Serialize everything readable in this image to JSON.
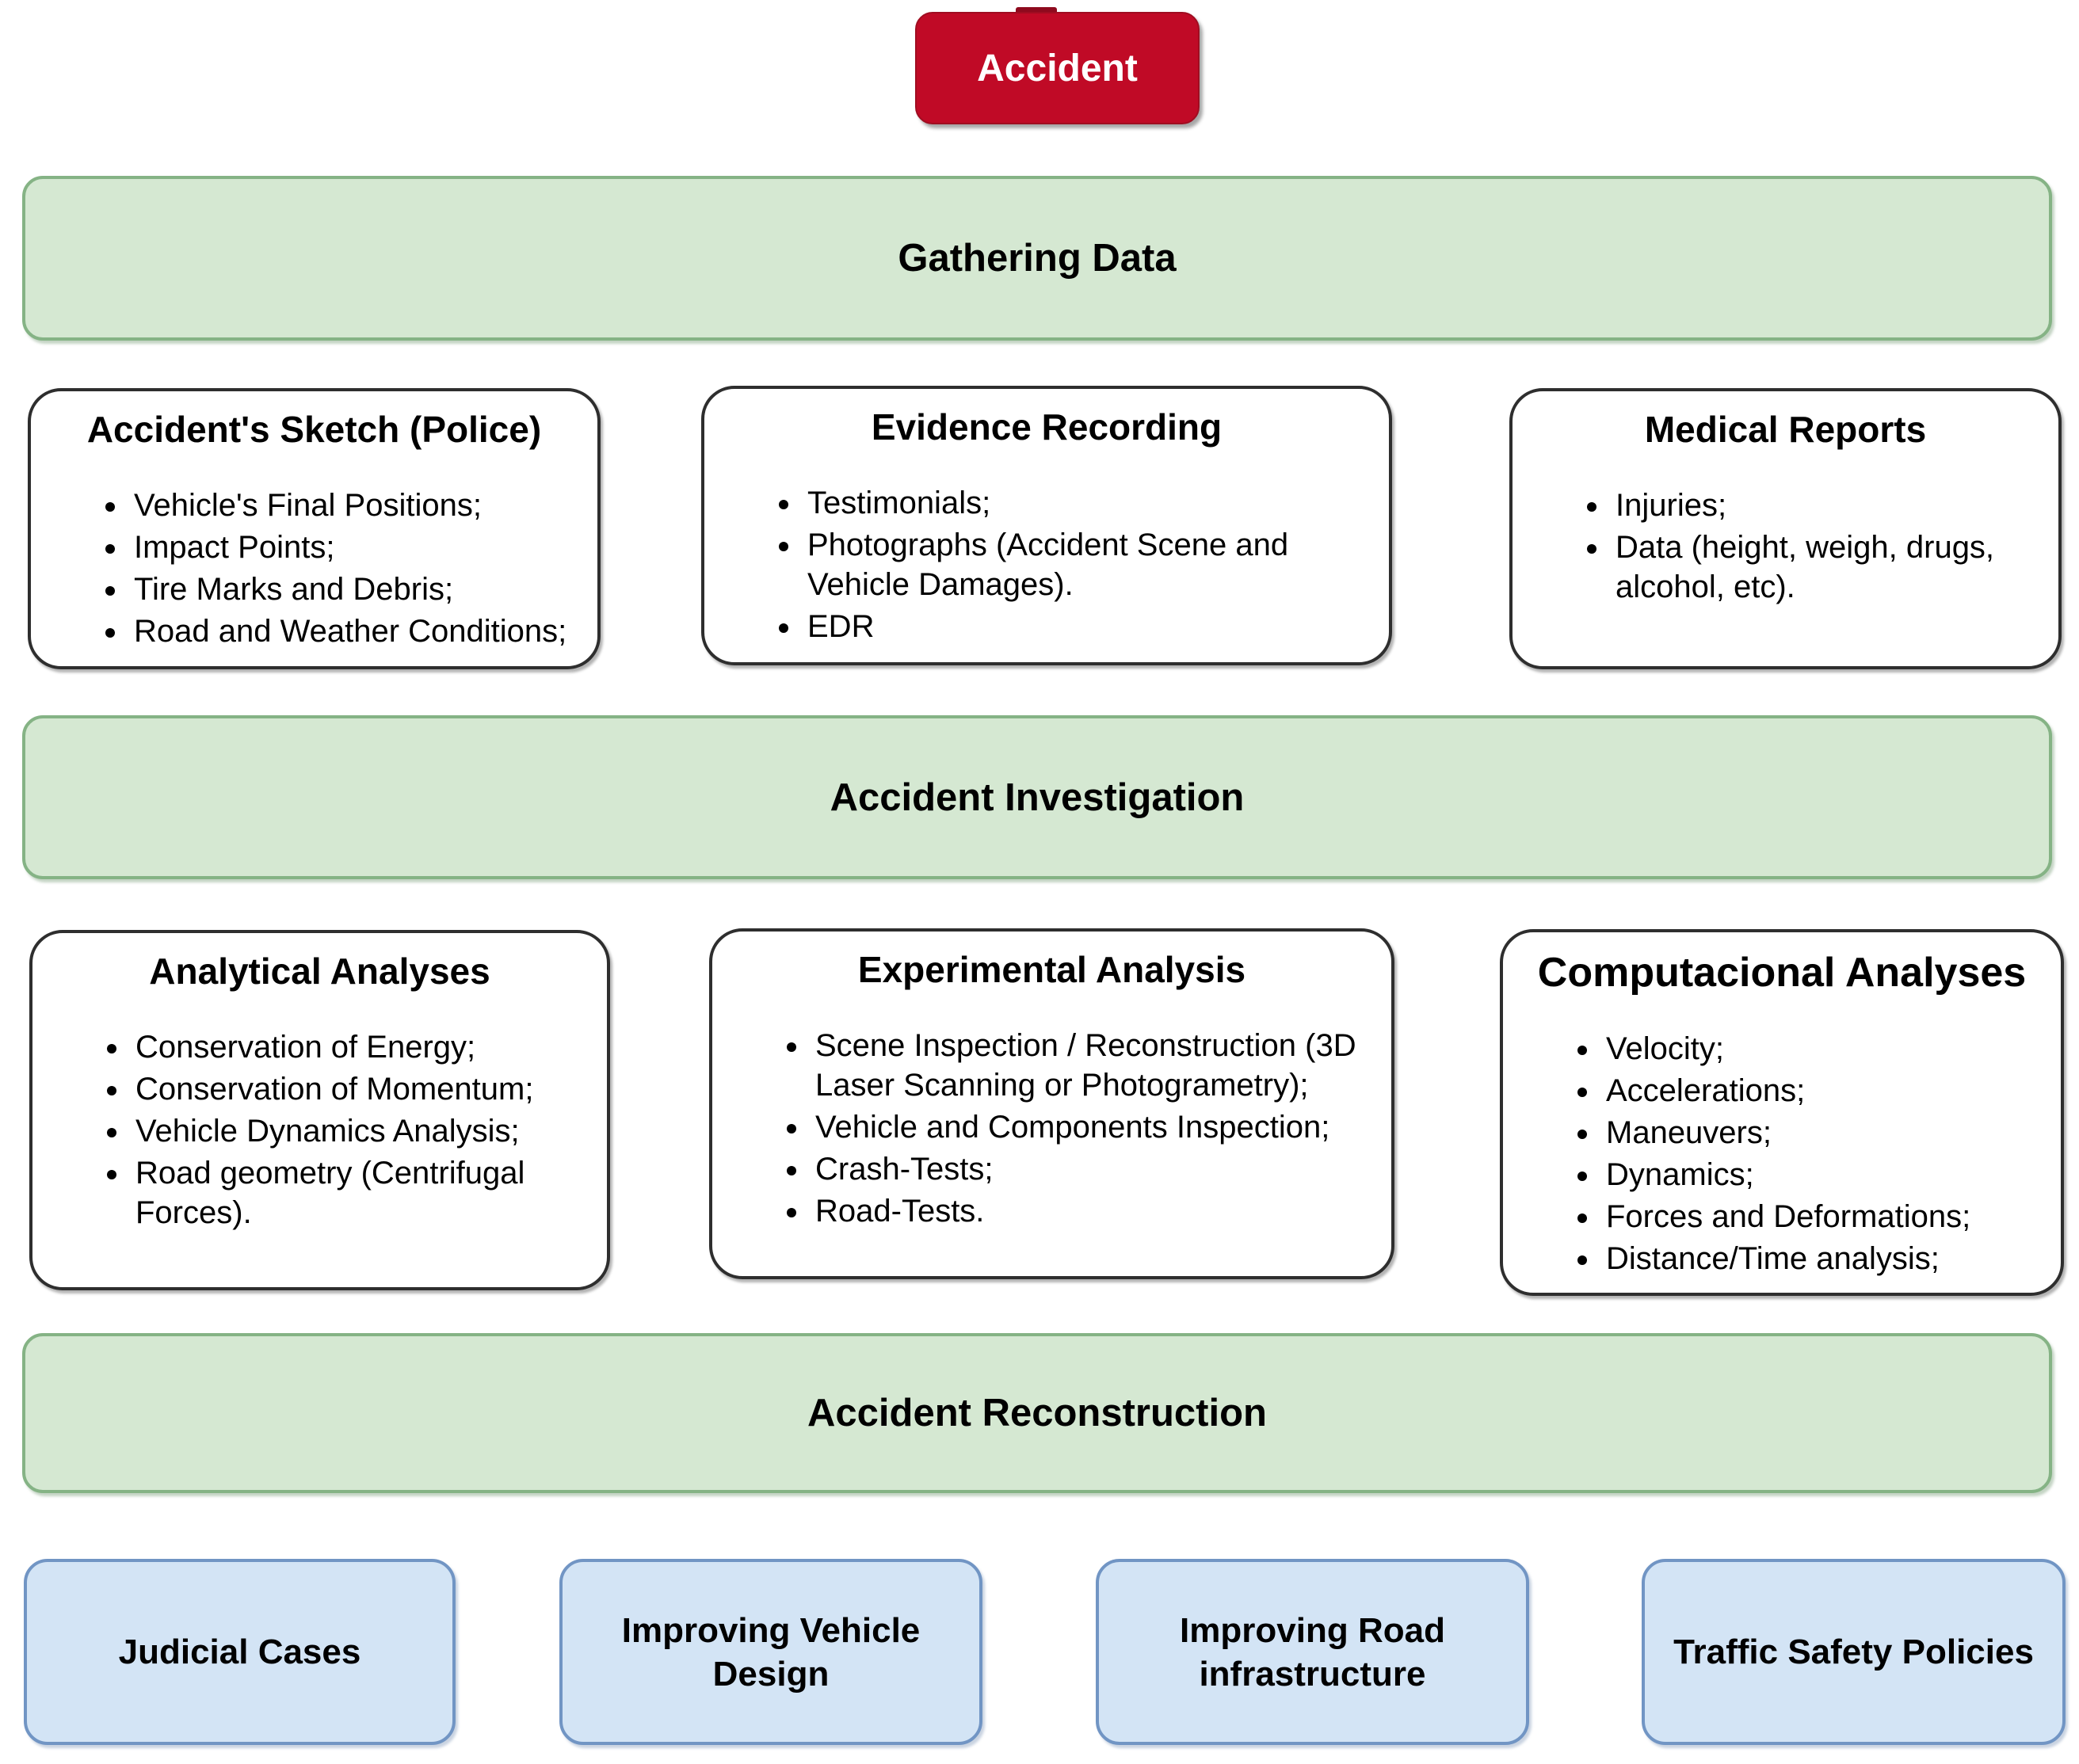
{
  "colors": {
    "accident_red": "#C00A26",
    "accident_red_dark": "#8E0A1E",
    "band_green_fill": "#D5E8D2",
    "band_green_border": "#85B385",
    "card_border": "#2E2E2E",
    "outcome_blue_fill": "#D3E4F5",
    "outcome_blue_border": "#7195C4",
    "text": "#000000"
  },
  "root": {
    "label": "Accident"
  },
  "sections": [
    {
      "band": "Gathering Data",
      "cards": [
        {
          "title": "Accident's Sketch (Police)",
          "items": [
            "Vehicle's Final Positions;",
            "Impact Points;",
            "Tire Marks and Debris;",
            "Road and Weather Conditions;"
          ]
        },
        {
          "title": "Evidence Recording",
          "items": [
            "Testimonials;",
            "Photographs (Accident Scene and Vehicle Damages).",
            "EDR"
          ]
        },
        {
          "title": "Medical Reports",
          "items": [
            "Injuries;",
            "Data (height, weigh, drugs, alcohol, etc)."
          ]
        }
      ]
    },
    {
      "band": "Accident Investigation",
      "cards": [
        {
          "title": "Analytical Analyses",
          "items": [
            "Conservation of Energy;",
            "Conservation of Momentum;",
            "Vehicle Dynamics Analysis;",
            "Road geometry (Centrifugal Forces)."
          ]
        },
        {
          "title": "Experimental Analysis",
          "items": [
            "Scene Inspection / Reconstruction (3D Laser Scanning or Photogrametry);",
            "Vehicle and Components Inspection;",
            "Crash-Tests;",
            "Road-Tests."
          ]
        },
        {
          "title": "Computacional Analyses",
          "items": [
            "Velocity;",
            "Accelerations;",
            "Maneuvers;",
            "Dynamics;",
            "Forces and Deformations;",
            "Distance/Time analysis;"
          ]
        }
      ]
    },
    {
      "band": "Accident Reconstruction",
      "outcomes": [
        {
          "label": "Judicial Cases"
        },
        {
          "label": "Improving Vehicle Design"
        },
        {
          "label": "Improving Road infrastructure"
        },
        {
          "label": "Traffic Safety Policies"
        }
      ]
    }
  ]
}
